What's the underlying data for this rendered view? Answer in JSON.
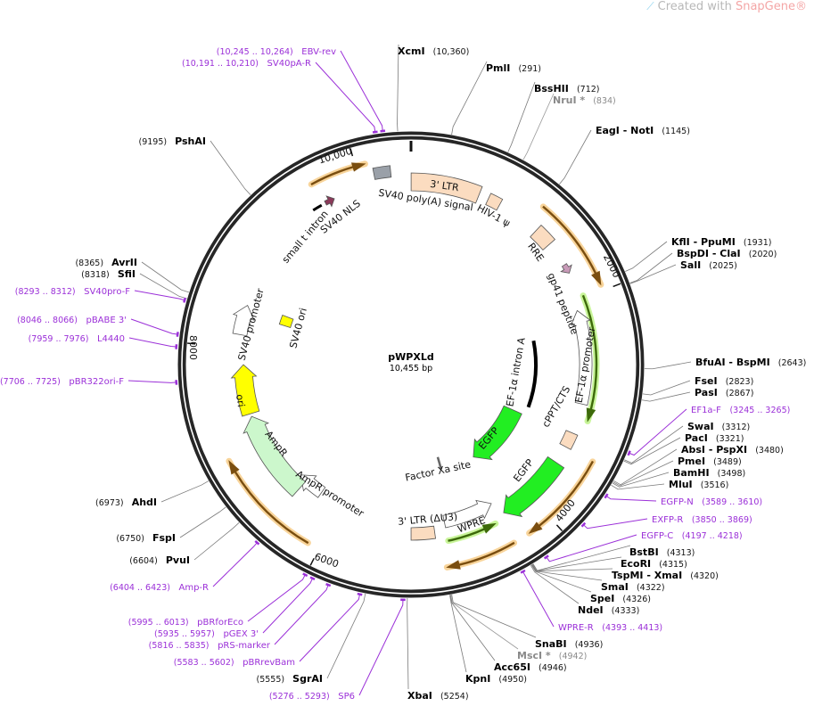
{
  "branding": {
    "prefix": "Created with ",
    "name": "SnapGene",
    "suffix": "®"
  },
  "plasmid": {
    "name": "pWPXLd",
    "length": 10455,
    "length_label": "10,455 bp"
  },
  "ticks": [
    {
      "bp": 2000,
      "label": "2000"
    },
    {
      "bp": 4000,
      "label": "4000"
    },
    {
      "bp": 6000,
      "label": "6000"
    },
    {
      "bp": 8000,
      "label": "8000"
    },
    {
      "bp": 10000,
      "label": "10,000"
    }
  ],
  "enzymes": [
    {
      "name": "XcmI",
      "pos": 10360,
      "pos_label": "(10,360)"
    },
    {
      "name": "PmlI",
      "pos": 291,
      "pos_label": "(291)"
    },
    {
      "name": "BssHII",
      "pos": 712,
      "pos_label": "(712)"
    },
    {
      "name": "NruI *",
      "pos": 834,
      "pos_label": "(834)",
      "gray": true
    },
    {
      "name": "EagI  -  NotI",
      "pos": 1145,
      "pos_label": "(1145)"
    },
    {
      "name": "KflI  -  PpuMI",
      "pos": 1931,
      "pos_label": "(1931)"
    },
    {
      "name": "BspDI  -  ClaI",
      "pos": 2020,
      "pos_label": "(2020)"
    },
    {
      "name": "SalI",
      "pos": 2025,
      "pos_label": "(2025)"
    },
    {
      "name": "BfuAI  -  BspMI",
      "pos": 2643,
      "pos_label": "(2643)"
    },
    {
      "name": "FseI",
      "pos": 2823,
      "pos_label": "(2823)"
    },
    {
      "name": "PasI",
      "pos": 2867,
      "pos_label": "(2867)"
    },
    {
      "name": "SwaI",
      "pos": 3312,
      "pos_label": "(3312)"
    },
    {
      "name": "PacI",
      "pos": 3321,
      "pos_label": "(3321)"
    },
    {
      "name": "AbsI  -  PspXI",
      "pos": 3480,
      "pos_label": "(3480)"
    },
    {
      "name": "PmeI",
      "pos": 3489,
      "pos_label": "(3489)"
    },
    {
      "name": "BamHI",
      "pos": 3498,
      "pos_label": "(3498)"
    },
    {
      "name": "MluI",
      "pos": 3516,
      "pos_label": "(3516)"
    },
    {
      "name": "BstBI",
      "pos": 4313,
      "pos_label": "(4313)"
    },
    {
      "name": "EcoRI",
      "pos": 4315,
      "pos_label": "(4315)"
    },
    {
      "name": "TspMI  -  XmaI",
      "pos": 4320,
      "pos_label": "(4320)"
    },
    {
      "name": "SmaI",
      "pos": 4322,
      "pos_label": "(4322)"
    },
    {
      "name": "SpeI",
      "pos": 4326,
      "pos_label": "(4326)"
    },
    {
      "name": "NdeI",
      "pos": 4333,
      "pos_label": "(4333)"
    },
    {
      "name": "SnaBI",
      "pos": 4936,
      "pos_label": "(4936)"
    },
    {
      "name": "MscI *",
      "pos": 4942,
      "pos_label": "(4942)",
      "gray": true
    },
    {
      "name": "Acc65I",
      "pos": 4946,
      "pos_label": "(4946)"
    },
    {
      "name": "KpnI",
      "pos": 4950,
      "pos_label": "(4950)"
    },
    {
      "name": "XbaI",
      "pos": 5254,
      "pos_label": "(5254)"
    },
    {
      "name": "SgrAI",
      "pos": 5555,
      "pos_label": "(5555)"
    },
    {
      "name": "PvuI",
      "pos": 6604,
      "pos_label": "(6604)"
    },
    {
      "name": "FspI",
      "pos": 6750,
      "pos_label": "(6750)"
    },
    {
      "name": "AhdI",
      "pos": 6973,
      "pos_label": "(6973)"
    },
    {
      "name": "SfiI",
      "pos": 8318,
      "pos_label": "(8318)"
    },
    {
      "name": "AvrII",
      "pos": 8365,
      "pos_label": "(8365)"
    },
    {
      "name": "PshAI",
      "pos": 9195,
      "pos_label": "(9195)"
    }
  ],
  "primers": [
    {
      "name": "EBV-rev",
      "start": 10245,
      "end": 10264,
      "range_label": "(10,245 .. 10,264)"
    },
    {
      "name": "SV40pA-R",
      "start": 10191,
      "end": 10210,
      "range_label": "(10,191 .. 10,210)"
    },
    {
      "name": "SV40pro-F",
      "start": 8293,
      "end": 8312,
      "range_label": "(8293 .. 8312)"
    },
    {
      "name": "pBABE 3'",
      "start": 8046,
      "end": 8066,
      "range_label": "(8046 .. 8066)"
    },
    {
      "name": "L4440",
      "start": 7959,
      "end": 7976,
      "range_label": "(7959 .. 7976)"
    },
    {
      "name": "pBR322ori-F",
      "start": 7706,
      "end": 7725,
      "range_label": "(7706 .. 7725)"
    },
    {
      "name": "Amp-R",
      "start": 6404,
      "end": 6423,
      "range_label": "(6404 .. 6423)"
    },
    {
      "name": "pBRforEco",
      "start": 5995,
      "end": 6013,
      "range_label": "(5995 .. 6013)"
    },
    {
      "name": "pGEX 3'",
      "start": 5935,
      "end": 5957,
      "range_label": "(5935 .. 5957)"
    },
    {
      "name": "pRS-marker",
      "start": 5816,
      "end": 5835,
      "range_label": "(5816 .. 5835)"
    },
    {
      "name": "pBRrevBam",
      "start": 5583,
      "end": 5602,
      "range_label": "(5583 .. 5602)"
    },
    {
      "name": "SP6",
      "start": 5276,
      "end": 5293,
      "range_label": "(5276 .. 5293)"
    },
    {
      "name": "WPRE-R",
      "start": 4393,
      "end": 4413,
      "range_label": "(4393 .. 4413)"
    },
    {
      "name": "EGFP-C",
      "start": 4197,
      "end": 4218,
      "range_label": "(4197 .. 4218)"
    },
    {
      "name": "EXFP-R",
      "start": 3850,
      "end": 3869,
      "range_label": "(3850 .. 3869)"
    },
    {
      "name": "EGFP-N",
      "start": 3589,
      "end": 3610,
      "range_label": "(3589 .. 3610)"
    },
    {
      "name": "EF1a-F",
      "start": 3245,
      "end": 3265,
      "range_label": "(3245 .. 3265)"
    }
  ],
  "features": [
    {
      "name": "3' LTR",
      "start": 1,
      "end": 634,
      "kind": "box",
      "color": "#fbdcc0"
    },
    {
      "name": "HIV-1 ψ",
      "start": 726,
      "end": 842,
      "kind": "box",
      "color": "#fbdcc0"
    },
    {
      "name": "RRE",
      "start": 1249,
      "end": 1423,
      "kind": "box",
      "color": "#fbdcc0"
    },
    {
      "name": "gp41 peptide",
      "start": 1655,
      "end": 1742,
      "kind": "arrow",
      "color": "#c89ab8"
    },
    {
      "name": "EF-1α promoter",
      "start": 2091,
      "end": 2991,
      "kind": "arrow",
      "dir": -1,
      "color": "#ffffff"
    },
    {
      "name": "EF-1α intron A",
      "start": 2294,
      "end": 3194,
      "kind": "line",
      "color": "#000000"
    },
    {
      "name": "cPPT/CTS",
      "start": 3281,
      "end": 3427,
      "kind": "box",
      "color": "#fbdcc0"
    },
    {
      "name": "EGFP",
      "start": 3601,
      "end": 4298,
      "kind": "arrow",
      "color": "#22ee22"
    },
    {
      "name": "EGFP",
      "start": 3310,
      "end": 4240,
      "kind": "arrow",
      "color": "#22ee22"
    },
    {
      "name": "Factor Xa site",
      "start": 4760,
      "end": 4790,
      "kind": "mark",
      "color": "#666666"
    },
    {
      "name": "WPRE",
      "start": 4356,
      "end": 4880,
      "kind": "arrow",
      "dir": -1,
      "color": "#ffffff"
    },
    {
      "name": "3' LTR (ΔU3)",
      "start": 4994,
      "end": 5227,
      "kind": "box",
      "color": "#fbdcc0"
    },
    {
      "name": "AmpR promoter",
      "start": 6243,
      "end": 6534,
      "kind": "arrow",
      "color": "#ffffff"
    },
    {
      "name": "AmpR",
      "start": 6447,
      "end": 7318,
      "kind": "arrow",
      "color": "#ccf7cc"
    },
    {
      "name": "ori",
      "start": 7347,
      "end": 7841,
      "kind": "arrow",
      "color": "#ffff00"
    },
    {
      "name": "SV40 promoter",
      "start": 8130,
      "end": 8420,
      "kind": "arrow",
      "color": "#ffffff"
    },
    {
      "name": "SV40 ori",
      "start": 8337,
      "end": 8453,
      "kind": "box",
      "color": "#ffff00"
    },
    {
      "name": "small t intron",
      "start": 9515,
      "end": 9605,
      "kind": "line",
      "color": "#000000"
    },
    {
      "name": "SV40 NLS",
      "start": 9645,
      "end": 9735,
      "kind": "arrow",
      "color": "#8b3a5a"
    },
    {
      "name": "SV40 poly(A) signal",
      "start": 10135,
      "end": 10280,
      "kind": "box",
      "color": "#9aa0a8"
    }
  ],
  "orfs": [
    {
      "start": 9615,
      "end": 10080
    },
    {
      "start": 1160,
      "end": 1950
    },
    {
      "start": 3430,
      "end": 4210
    },
    {
      "start": 4356,
      "end": 4935
    },
    {
      "start": 6100,
      "end": 7030
    }
  ],
  "inner_arrows": [
    {
      "start": 1980,
      "end": 3130
    },
    {
      "start": 4415,
      "end": 4880
    }
  ]
}
